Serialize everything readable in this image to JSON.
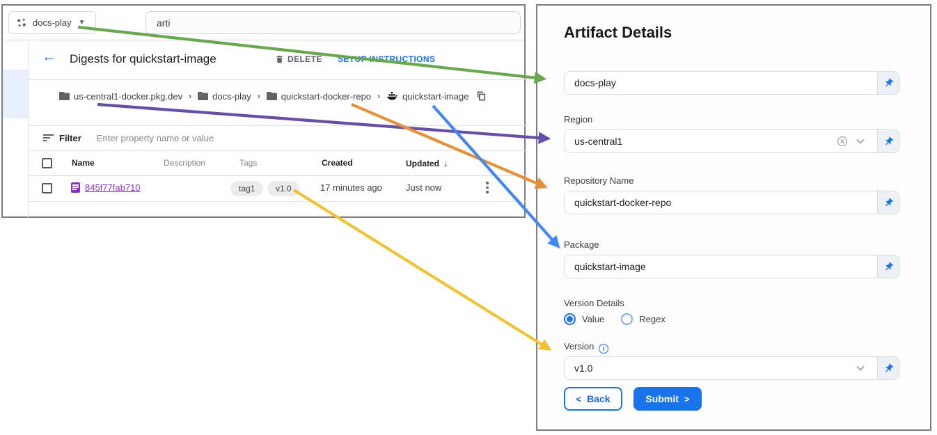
{
  "console": {
    "project_selector": {
      "label": "docs-play"
    },
    "search": {
      "value": "arti"
    },
    "header": {
      "title": "Digests for quickstart-image",
      "delete_label": "DELETE",
      "setup_label": "SETUP INSTRUCTIONS"
    },
    "breadcrumb": {
      "separator": "›",
      "items": [
        {
          "label": "us-central1-docker.pkg.dev",
          "icon": "folder-icon"
        },
        {
          "label": "docs-play",
          "icon": "folder-icon"
        },
        {
          "label": "quickstart-docker-repo",
          "icon": "folder-icon"
        },
        {
          "label": "quickstart-image",
          "icon": "docker-icon"
        }
      ]
    },
    "filter": {
      "label": "Filter",
      "placeholder": "Enter property name or value"
    },
    "table": {
      "columns": {
        "name": "Name",
        "description": "Description",
        "tags": "Tags",
        "created": "Created",
        "updated": "Updated"
      },
      "sort_icon": "↓",
      "rows": [
        {
          "name": "845f77fab710",
          "tags": [
            "tag1",
            "v1.0"
          ],
          "created": "17 minutes ago",
          "updated": "Just now"
        }
      ]
    }
  },
  "form": {
    "title": "Artifact Details",
    "fields": {
      "project": {
        "value": "docs-play"
      },
      "region": {
        "label": "Region",
        "value": "us-central1"
      },
      "repository": {
        "label": "Repository Name",
        "value": "quickstart-docker-repo"
      },
      "package": {
        "label": "Package",
        "value": "quickstart-image"
      },
      "version_details": {
        "label": "Version Details",
        "options": [
          {
            "label": "Value",
            "selected": true
          },
          {
            "label": "Regex",
            "selected": false
          }
        ]
      },
      "version": {
        "label": "Version",
        "value": "v1.0"
      }
    },
    "buttons": {
      "back_chevron": "<",
      "back_label": "Back",
      "submit_label": "Submit",
      "submit_chevron": ">"
    }
  },
  "icons": {
    "back_arrow": "←",
    "dropdown_caret": "▼",
    "sort_desc": "↓"
  },
  "colors": {
    "accent_blue": "#1a73e8",
    "link_purple": "#8430ce",
    "arrow_green": "#6aa84f",
    "arrow_purple": "#674ea7",
    "arrow_orange": "#e69138",
    "arrow_blue": "#4285f4",
    "arrow_yellow": "#f1c232"
  }
}
